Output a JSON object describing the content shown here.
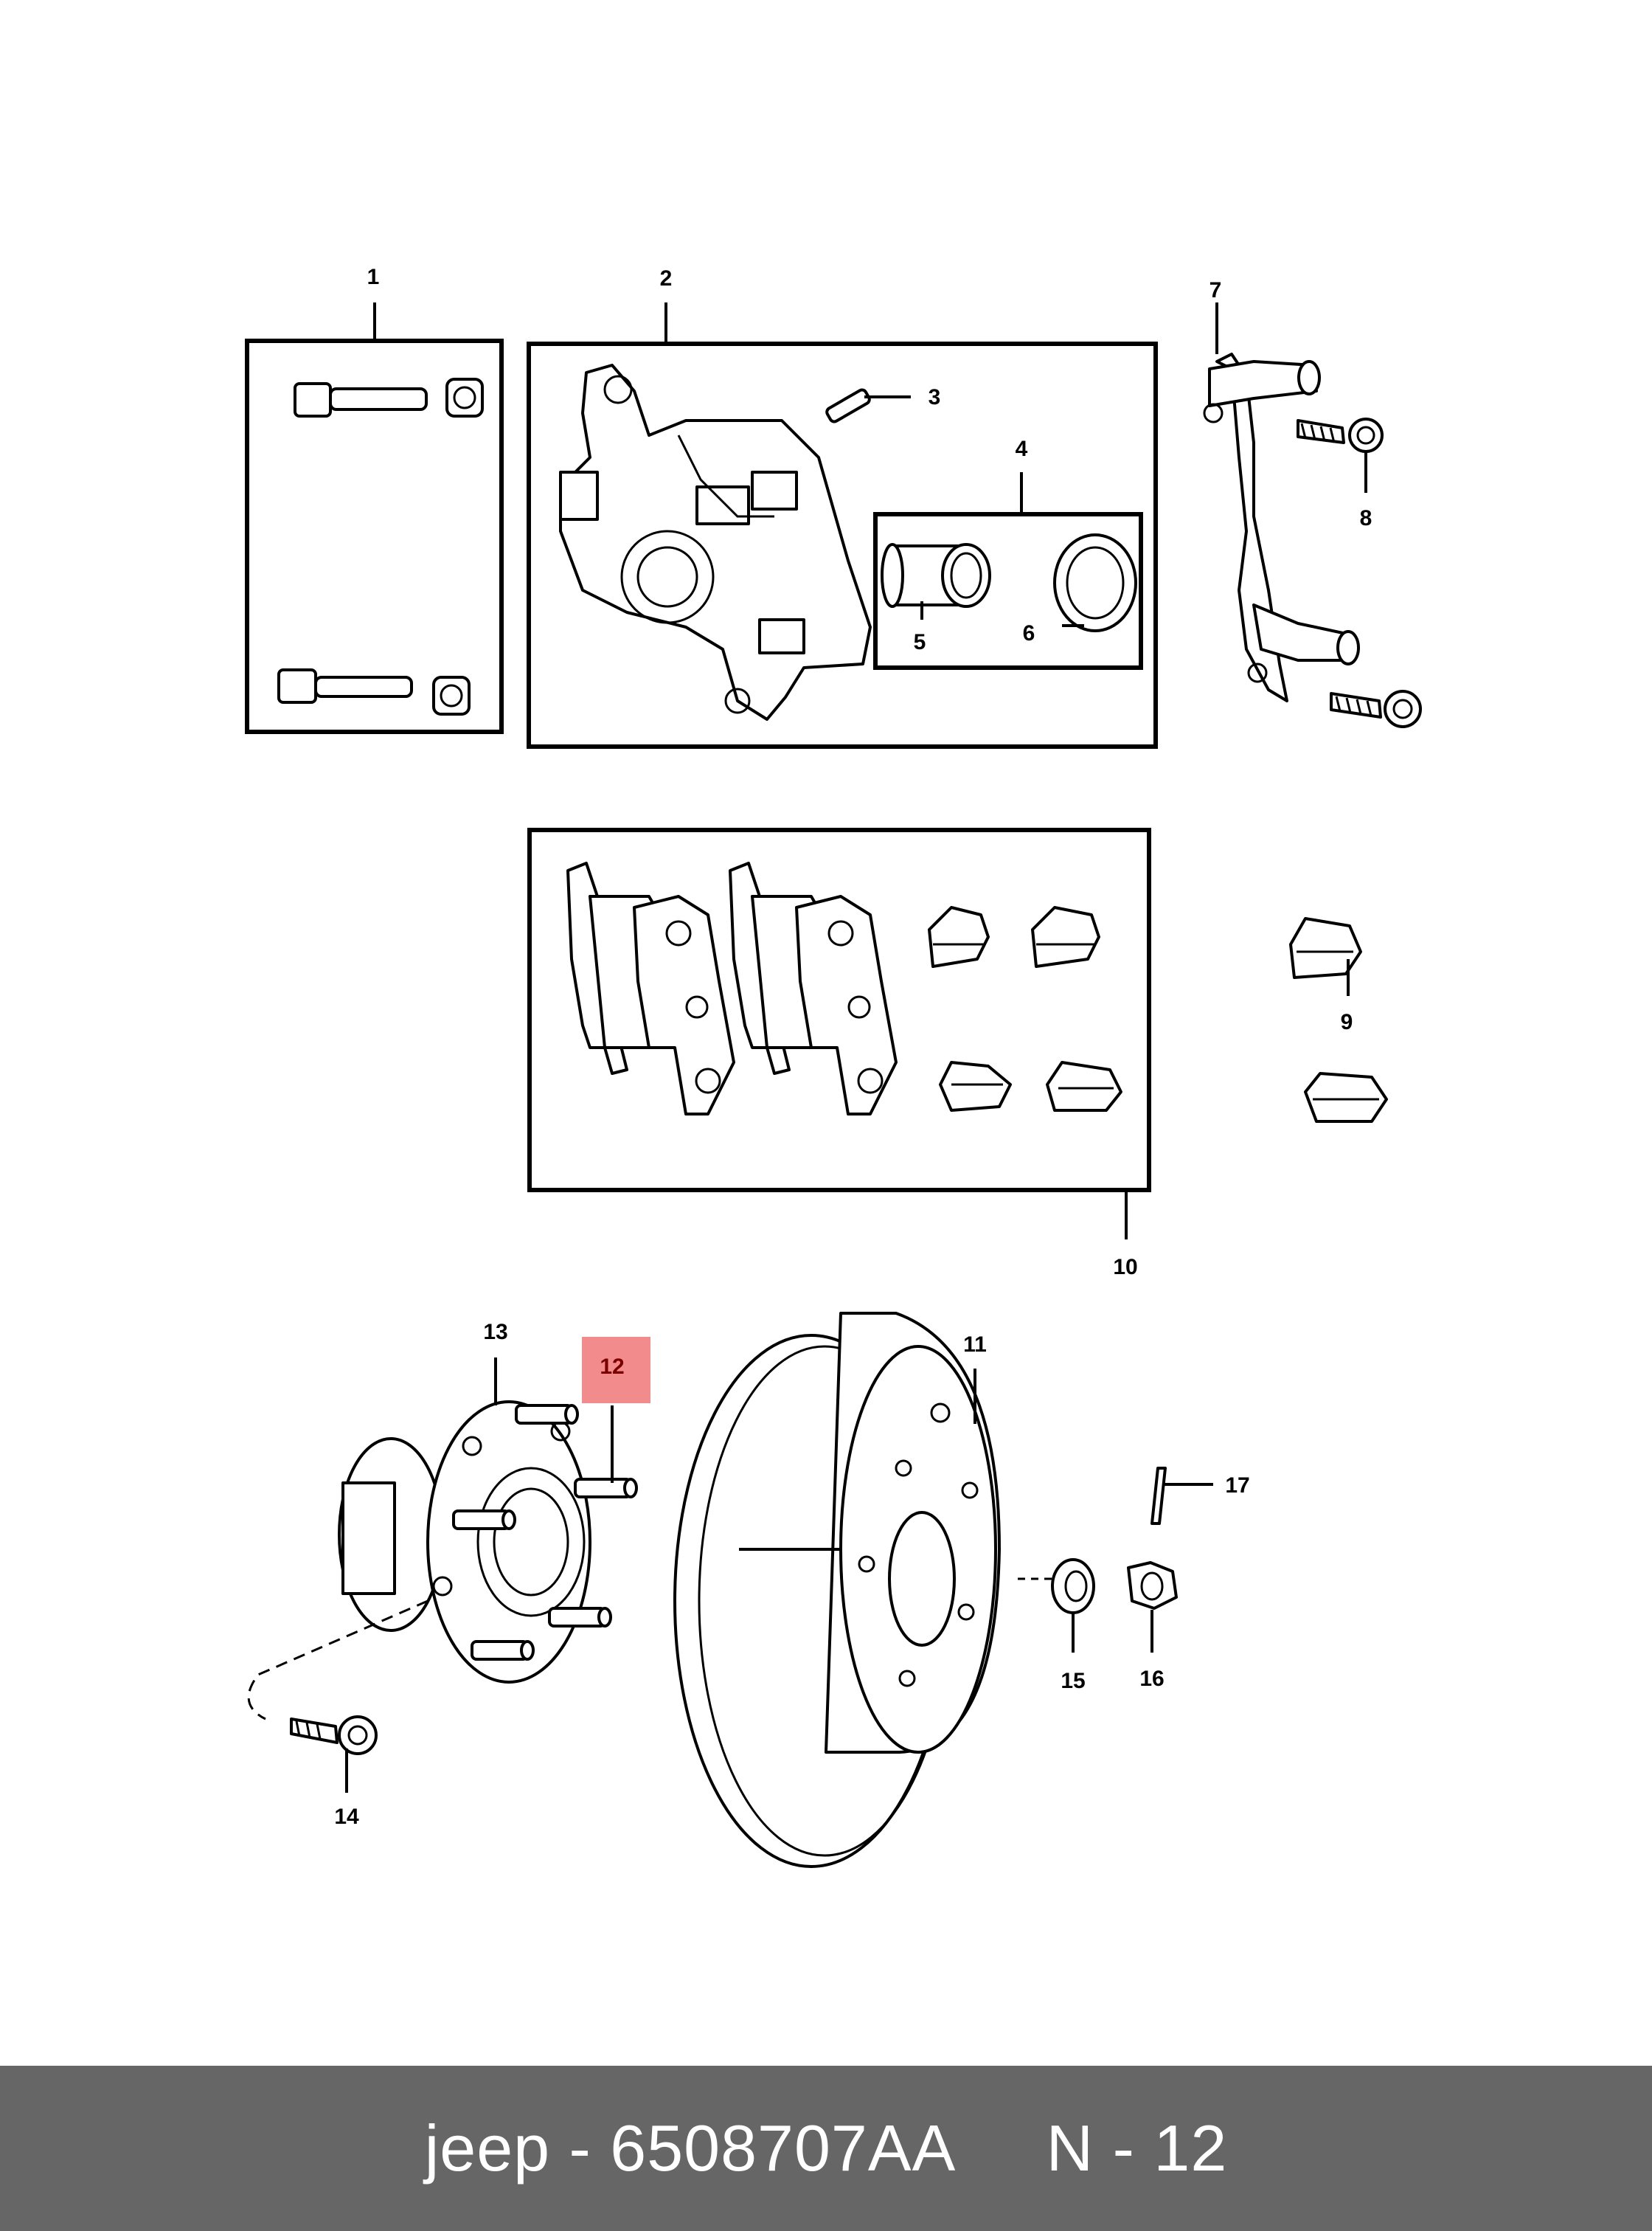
{
  "diagram": {
    "callouts": [
      "1",
      "2",
      "3",
      "4",
      "5",
      "6",
      "7",
      "8",
      "9",
      "10",
      "11",
      "12",
      "13",
      "14",
      "15",
      "16",
      "17"
    ],
    "highlighted_callout": "12",
    "highlight_color": "#f28b8b"
  },
  "footer": {
    "text": "jeep - 6508707AA     N - 12",
    "background": "#666666",
    "text_color": "#ffffff"
  }
}
